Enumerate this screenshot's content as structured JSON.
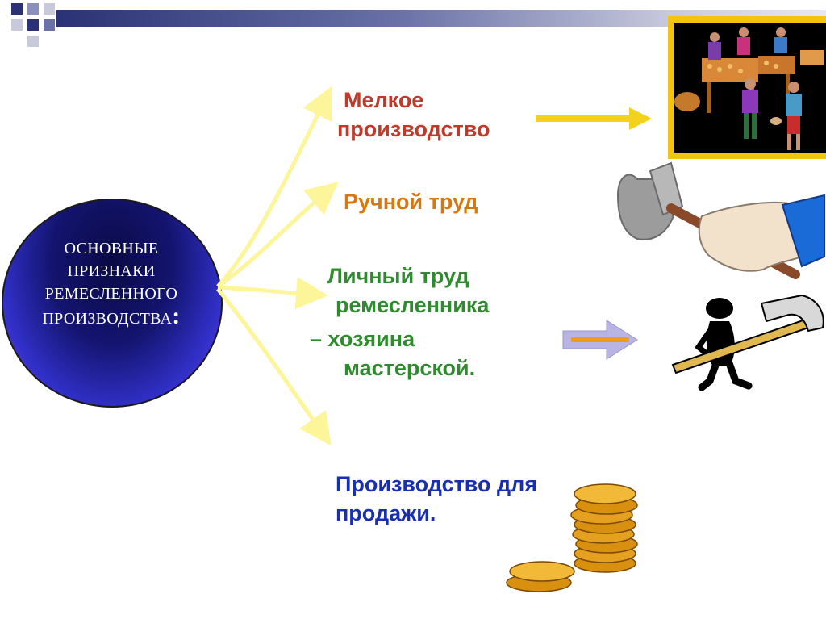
{
  "circle": {
    "lines": [
      "ОСНОВНЫЕ",
      "ПРИЗНАКИ",
      "РЕМЕСЛЕННОГО",
      "ПРОИЗВОДСТВА"
    ],
    "colon": ":"
  },
  "features": [
    {
      "lines": [
        "Мелкое",
        "производство"
      ],
      "color": "#c0392b"
    },
    {
      "lines": [
        "Ручной труд"
      ],
      "color": "#d9770f"
    },
    {
      "lines": [
        "Личный труд",
        "ремесленника",
        "– хозяина",
        "мастерской."
      ],
      "color": "#2e8b2e"
    },
    {
      "lines": [
        "Производство для",
        "продажи."
      ],
      "color": "#1a2fb0"
    }
  ],
  "colors": {
    "arrow_yellow": "#fdf59a",
    "arrow_right": "#f2d21a",
    "frame": "#f2c40f",
    "slide_bar": "#2a3275"
  },
  "images": [
    "market-scene-icon",
    "hammer-in-hand-icon",
    "stick-figure-with-hammer-icon",
    "gold-coins-icon"
  ]
}
